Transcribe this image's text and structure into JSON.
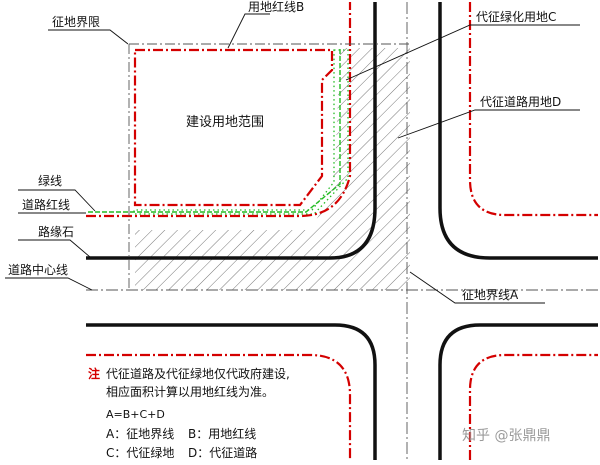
{
  "labels": {
    "land_boundary_top": "征地界限",
    "red_line_B": "用地红线B",
    "green_C": "代征绿化用地C",
    "road_D": "代征道路用地D",
    "building": "建设用地范围",
    "green_line": "绿线",
    "road_red_line": "道路红线",
    "curb": "路缘石",
    "road_center": "道路中心线",
    "land_boundary_A": "征地界线A"
  },
  "notes": {
    "marker": "注",
    "line1": "代征道路及代征绿地仅代政府建设,",
    "line2": "相应面积计算以用地红线为准。",
    "formula": "A=B+C+D",
    "legend_a": "A：征地界线",
    "legend_b": "B：用地红线",
    "legend_c": "C：代征绿地",
    "legend_d": "D：代征道路"
  },
  "watermark": "知乎 @张鼎鼎",
  "colors": {
    "red": "#d40000",
    "green": "#22bb22",
    "black": "#111111",
    "hatch": "#555555"
  }
}
